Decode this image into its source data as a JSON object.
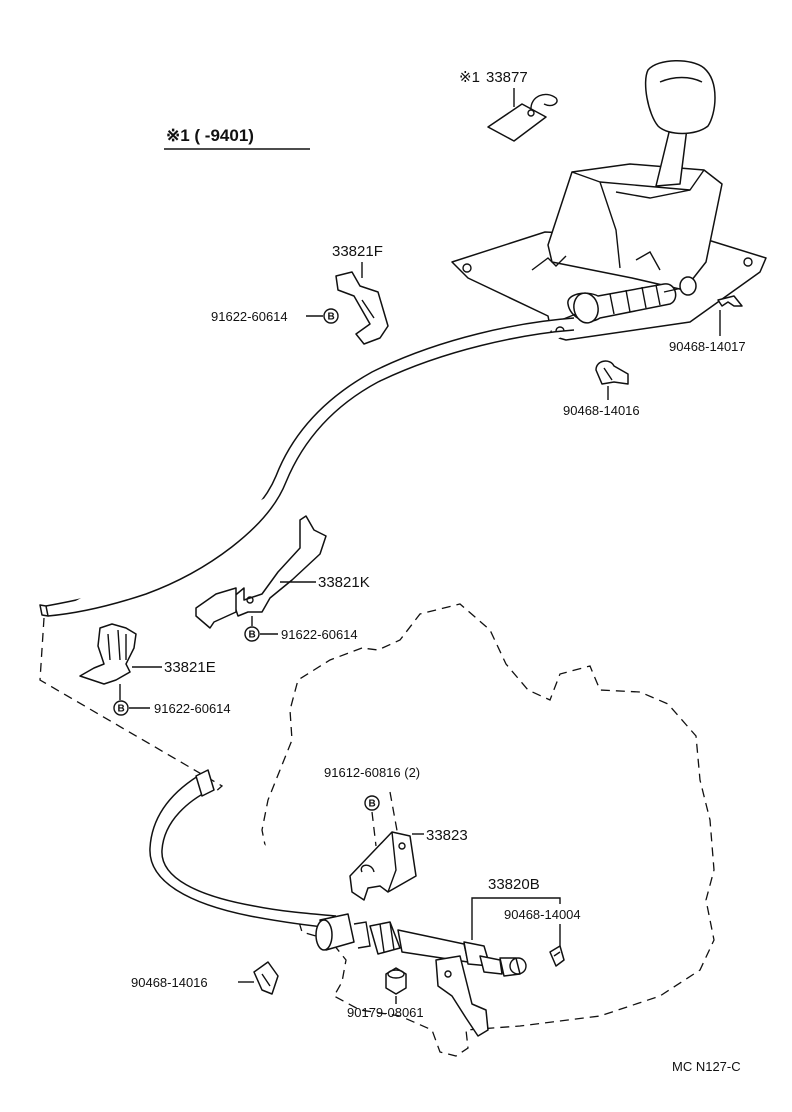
{
  "header": {
    "note": "※1 (       -9401)"
  },
  "labels": {
    "tag_prefix": "※1",
    "tag_part": "33877",
    "bracket_f": "33821F",
    "bolt_f": "91622-60614",
    "clip_top_right": "90468-14017",
    "clip_upper": "90468-14016",
    "bracket_k": "33821K",
    "bolt_k": "91622-60614",
    "bracket_e": "33821E",
    "bolt_e": "91622-60614",
    "bolt_pair": "91612-60816 (2)",
    "bracket_33823": "33823",
    "cable": "33820B",
    "clip_cable_end": "90468-14004",
    "clip_lower": "90468-14016",
    "nut": "90179-08061",
    "figure_code": "MC N127-C"
  },
  "badge": {
    "letter": "B"
  }
}
